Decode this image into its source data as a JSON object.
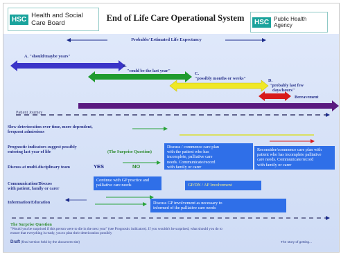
{
  "header": {
    "left_logo": {
      "badge": "HSC",
      "line1": "Health and Social",
      "line2": "Care Board"
    },
    "title": "End of Life Care Operational System",
    "right_logo": {
      "badge": "HSC",
      "line1": "Public Health",
      "line2": "Agency"
    }
  },
  "expectancy_label": "Probable/ Estimated Life Expectancy",
  "stages": {
    "a": "A. \"should/maybe years\"",
    "b_letter": "B.",
    "b": "\"could be the last year\"",
    "c_letter": "C.",
    "c": "\"possibly months or weeks\"",
    "d_letter": "D.",
    "d1": "\"probably last few",
    "d2": "days/hours\"",
    "bereavement": "Bereavement"
  },
  "patient_journey": "Patient Journey",
  "rows": {
    "r1a": "Slow deterioration over time, more dependent,",
    "r1b": "frequent admissions",
    "r2a": "Prognostic indicators suggest possibly",
    "r2b": "entering last year of life",
    "surprise": "(The Surprise Question)",
    "r3": "Discuss at multi-disciplinary team",
    "yes": "YES",
    "no": "NO",
    "r4a": "Communication/Discuss",
    "r4b": "with patient, family or carer",
    "r5": "Information/Education"
  },
  "boxes": {
    "b1a": "Discuss / commence care plan",
    "b1b": "with the patient who has",
    "b1c": "incomplete, palliative care",
    "b1d": "needs. Communicate/record",
    "b1e": "with family or carer",
    "b2a": "Reconsider/commence care plan with",
    "b2b": "patient who has incomplete palliative",
    "b2c": "care needs. Communicate/record",
    "b2d": "with family or carer",
    "b3a": "Continue with GP practice and",
    "b3b": "palliative care needs",
    "b4": "GP/DN / AP Involvement",
    "b5a": "Discuss GP involvement as necessary to",
    "b5b": "informed of the palliative care needs"
  },
  "footer": {
    "q_title": "The Surprise Question",
    "q_line1": "\"Would you be surprised if this person were to die in the next year\" (see Prognostic indicators). If you wouldn't be surprised, what should you do to",
    "q_line2": "ensure that everything is ready, you to plan their deterioration possibly",
    "draft_label": "Draft",
    "draft_note": "(final version held by the document site)",
    "page_note": "The story of getting..."
  },
  "colors": {
    "blue_arrow": "#3a34c8",
    "green_arrow": "#1f9b2e",
    "yellow_arrow": "#f0e826",
    "red_arrow": "#d81a1a",
    "purple_arrow": "#5a1a80",
    "teal_text": "#1aa39c"
  }
}
